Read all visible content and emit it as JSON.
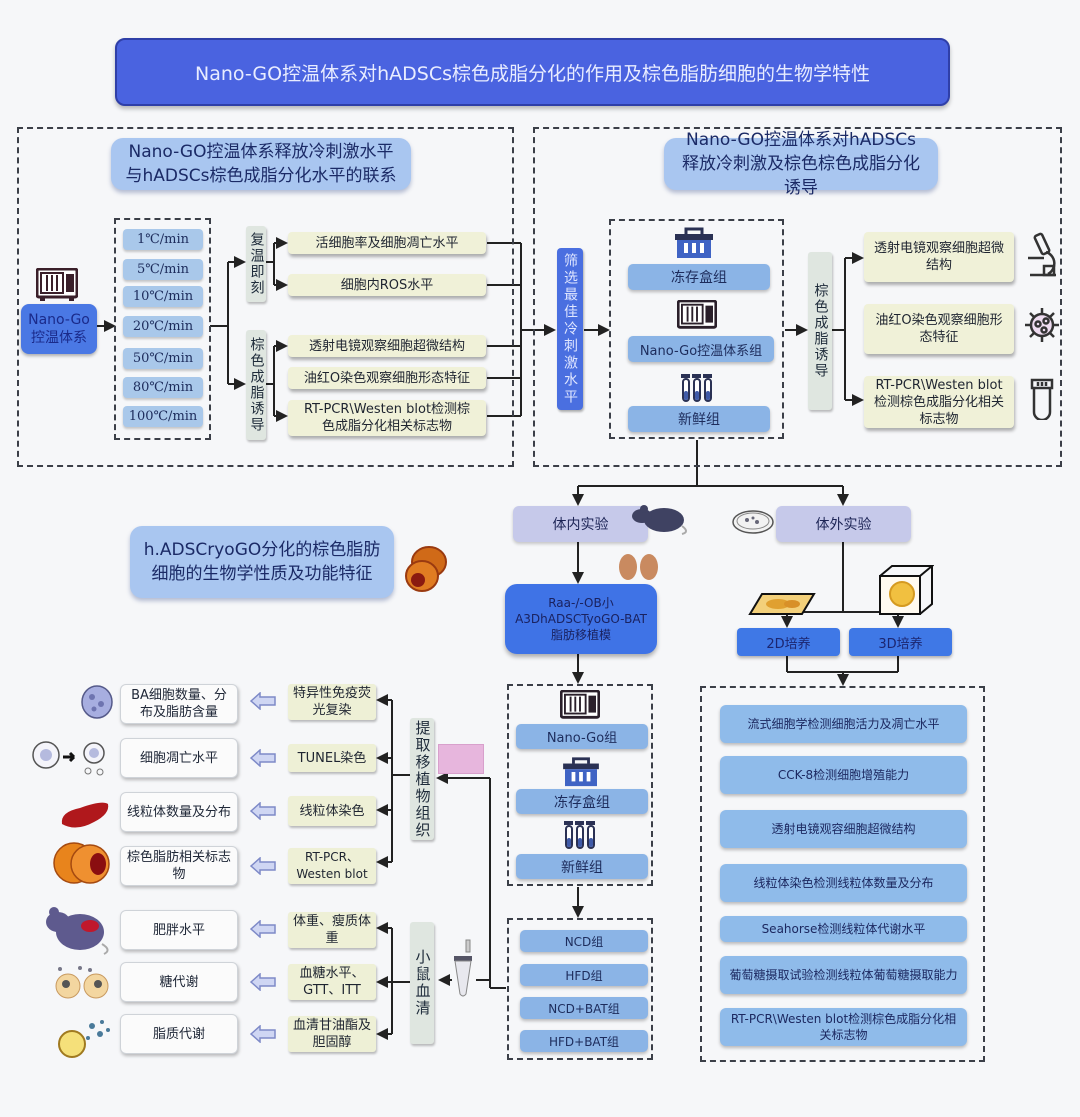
{
  "title": "Nano-GO控温体系对hADSCs棕色成脂分化的作用及棕色脂肪细胞的生物学特性",
  "section1": {
    "title": "Nano-GO控温体系释放冷刺激水平\n与hADSCs棕色成脂分化水平的联系",
    "system_label": "Nano-Go\n控温体系",
    "rates": [
      "1℃/min",
      "5℃/min",
      "10℃/min",
      "20℃/min",
      "50℃/min",
      "80℃/min",
      "100℃/min"
    ],
    "group_rewarm": "复温即刻",
    "group_induce": "棕色成脂诱导",
    "rewarm_items": [
      "活细胞率及细胞凋亡水平",
      "细胞内ROS水平"
    ],
    "induce_items": [
      "透射电镜观察细胞超微结构",
      "油红O染色观察细胞形态特征",
      "RT-PCR\\Westen blot检测棕色成脂分化相关标志物"
    ]
  },
  "section2": {
    "title": "Nano-GO控温体系对hADSCs释放冷刺激及棕色棕色成脂分化诱导",
    "screen_label": "筛选最佳冷刺激水平",
    "groups": [
      "冻存盒组",
      "Nano-Go控温体系组",
      "新鲜组"
    ],
    "induce_label": "棕色成脂诱导",
    "results": [
      "透射电镜观察细胞超微结构",
      "油红O染色观察细胞形态特征",
      "RT-PCR\\Westen blot检测棕色成脂分化相关标志物"
    ]
  },
  "section3": {
    "title": "h.ADSCryoGO分化的棕色脂肪细胞的生物学性质及功能特征",
    "in_vivo": "体内实验",
    "in_vitro": "体外实验",
    "model": "Raa-/-OB小\nA3DhADSCTyoGO-BAT\n脂肪移植模",
    "culture_2d": "2D培养",
    "culture_3d": "3D培养",
    "vivo_groups": [
      "Nano-Go组",
      "冻存盒组",
      "新鲜组"
    ],
    "diet_groups": [
      "NCD组",
      "HFD组",
      "NCD+BAT组",
      "HFD+BAT组"
    ],
    "vitro_tests": [
      "流式细胞学检测细胞活力及凋亡水平",
      "CCK-8检测细胞增殖能力",
      "透射电镜观容细胞超微结构",
      "线粒体染色检测线粒体数量及分布",
      "Seahorse检测线粒体代谢水平",
      "葡萄糖摄取试验检测线粒体葡萄糖摄取能力",
      "RT-PCR\\Westen blot检测棕色成脂分化相关标志物"
    ],
    "tissue_label": "提取移植物组织",
    "serum_label": "小鼠血清",
    "tissue_methods": [
      "特异性免疫荧光复染",
      "TUNEL染色",
      "线粒体染色",
      "RT-PCR、Westen blot"
    ],
    "tissue_outcomes": [
      "BA细胞数量、分布及脂肪含量",
      "细胞凋亡水平",
      "线粒体数量及分布",
      "棕色脂肪相关标志物"
    ],
    "serum_methods": [
      "体重、瘦质体重",
      "血糖水平、GTT、ITT",
      "血清甘油酯及胆固醇"
    ],
    "serum_outcomes": [
      "肥胖水平",
      "糖代谢",
      "脂质代谢"
    ]
  }
}
